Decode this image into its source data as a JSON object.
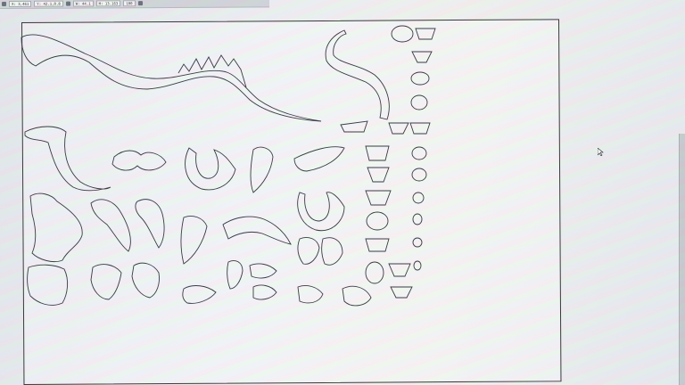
{
  "toolbar": {
    "field_x": "X: 3,461",
    "field_y": "Y: 42.1,0.8",
    "field_w": "W: 44.1",
    "field_h": "H: 13.163",
    "zoom": "100"
  },
  "canvas": {
    "accent": "#3b3b46",
    "pieces": "laser-cut dinosaur parts"
  },
  "icons": {
    "cursor": "arrow-cursor-icon"
  }
}
